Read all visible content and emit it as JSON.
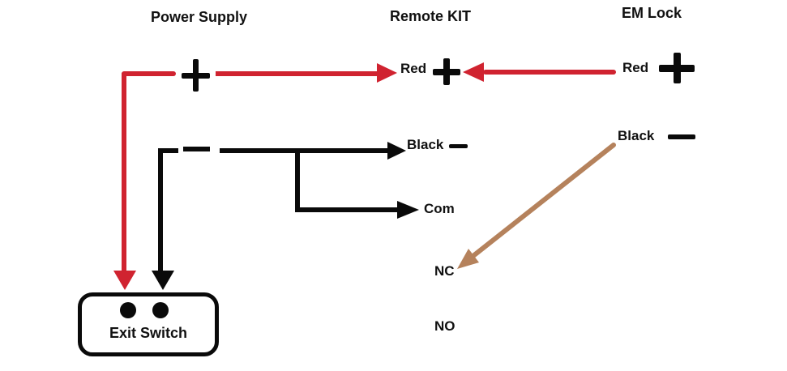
{
  "headers": {
    "power_supply": "Power Supply",
    "remote_kit": "Remote KIT",
    "em_lock": "EM Lock"
  },
  "remote_kit": {
    "red_label": "Red",
    "black_label": "Black",
    "com_label": "Com",
    "nc_label": "NC",
    "no_label": "NO"
  },
  "em_lock": {
    "red_label": "Red",
    "black_label": "Black"
  },
  "exit_switch": {
    "label": "Exit Switch"
  },
  "colors": {
    "wire_red": "#d02330",
    "wire_black": "#0a0a0a",
    "wire_brown": "#b5825c",
    "background": "#ffffff"
  }
}
